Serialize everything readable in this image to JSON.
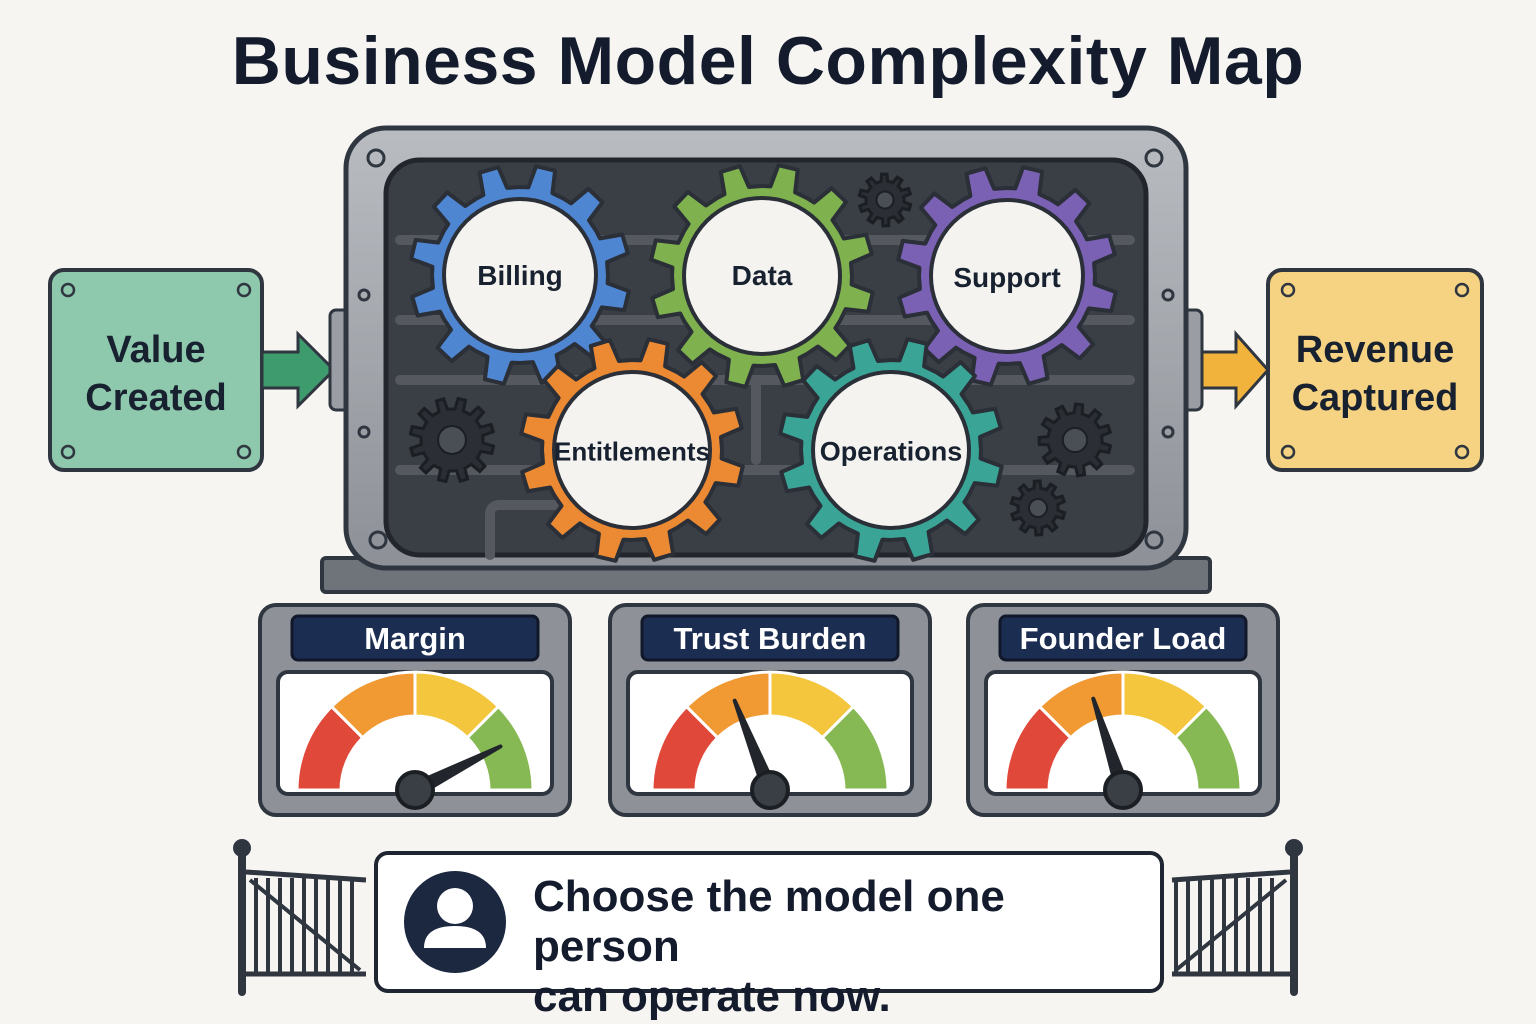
{
  "title": "Business Model Complexity Map",
  "input": {
    "label_line1": "Value",
    "label_line2": "Created",
    "color": "#8fc9ad"
  },
  "output": {
    "label_line1": "Revenue",
    "label_line2": "Captured",
    "color": "#f5d383"
  },
  "gears": [
    {
      "label": "Billing",
      "color": "#4f86d1"
    },
    {
      "label": "Data",
      "color": "#7fb24e"
    },
    {
      "label": "Support",
      "color": "#7b61b4"
    },
    {
      "label": "Entitlements",
      "color": "#ec8a33"
    },
    {
      "label": "Operations",
      "color": "#3aa596"
    }
  ],
  "gauges": [
    {
      "label": "Margin",
      "level": 0.85
    },
    {
      "label": "Trust Burden",
      "level": 0.38
    },
    {
      "label": "Founder Load",
      "level": 0.4
    }
  ],
  "gauge_colors": [
    "#e0493a",
    "#f19a34",
    "#f4c63d",
    "#86b953"
  ],
  "message": {
    "line1": "Choose the model one person",
    "line2": "can operate now."
  }
}
